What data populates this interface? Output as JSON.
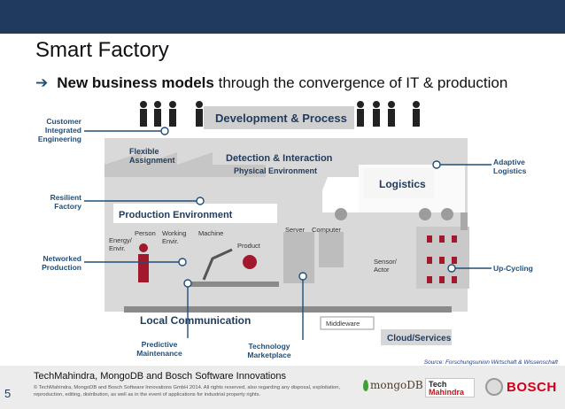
{
  "slide": {
    "title": "Smart Factory",
    "bullet_bold": "New business models",
    "bullet_rest": " through the convergence of IT & production",
    "page_number": "5"
  },
  "diagram": {
    "heading": "Development & Process",
    "flexible_assignment": [
      "Flexible",
      "Assignment"
    ],
    "detection": "Detection & Interaction",
    "physical": "Physical Environment",
    "logistics": "Logistics",
    "production_env": "Production Environment",
    "energy": [
      "Energy/",
      "Envir."
    ],
    "person": "Person",
    "working": [
      "Working",
      "Envir."
    ],
    "machine": "Machine",
    "product": "Product",
    "server": "Server",
    "computer": "Computer",
    "sensor": [
      "Sensor/",
      "Actor"
    ],
    "middleware": "Middleware",
    "cloud": "Cloud/Services",
    "local_comm": "Local Communication"
  },
  "callouts": {
    "customer": [
      "Customer",
      "Integrated",
      "Engineering"
    ],
    "resilient": [
      "Resilient",
      "Factory"
    ],
    "networked": [
      "Networked",
      "Production"
    ],
    "predictive": [
      "Predictive",
      "Maintenance"
    ],
    "technology": [
      "Technology",
      "Marketplace"
    ],
    "adaptive": [
      "Adaptive",
      "Logistics"
    ],
    "upcycling": "Up-Cycling"
  },
  "source": "Source: Forschungsunion Wirtschaft & Wissenschaft",
  "footer": {
    "title": "TechMahindra, MongoDB and Bosch Software Innovations",
    "copyright": "© TechMahindra, MongoDB and Bosch Software Innovations GmbH 2014. All rights reserved, also regarding any disposal, exploitation, reproduction, editing, distribution, as well as in the event of applications for industrial property rights."
  },
  "logos": {
    "mongodb": "mongoDB",
    "techmahindra": [
      "Tech",
      "Mahindra"
    ],
    "bosch": "BOSCH"
  },
  "colors": {
    "header": "#1f3a5c",
    "callout": "#1f4e79",
    "accent_red": "#a2192e",
    "diagram_grey": "#cfcfcf"
  }
}
